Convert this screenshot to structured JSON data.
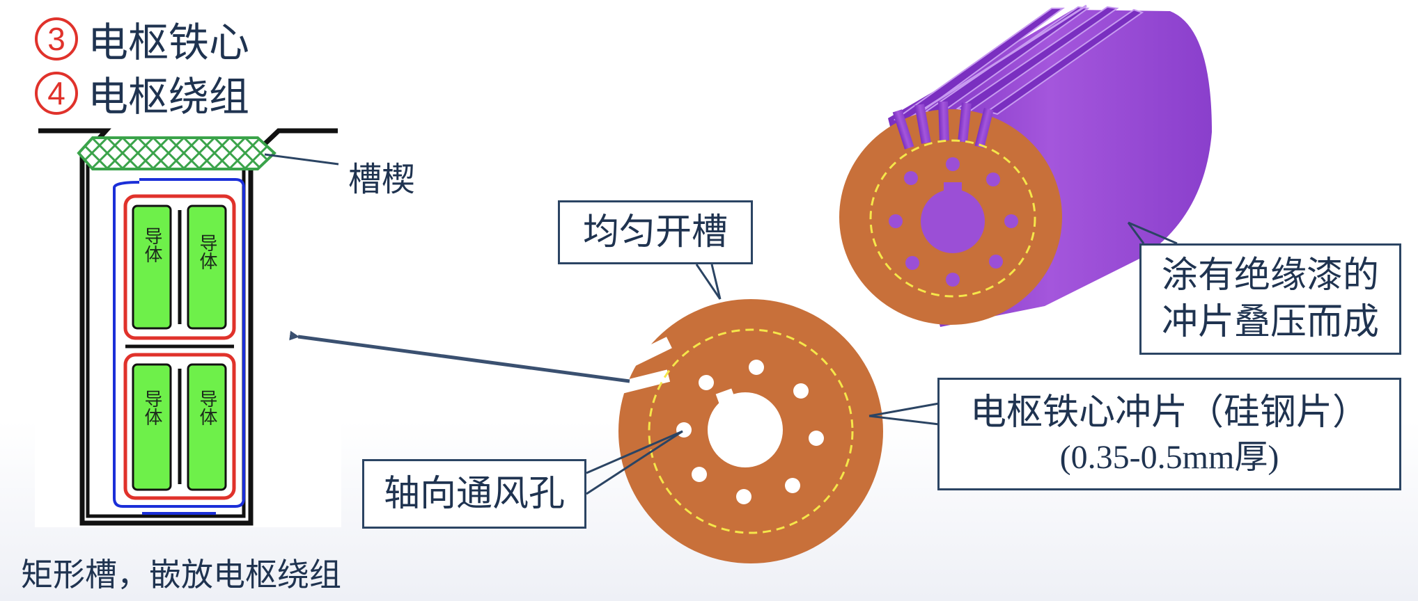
{
  "headings": [
    {
      "num": "3",
      "text": "电枢铁心"
    },
    {
      "num": "4",
      "text": "电枢绕组"
    }
  ],
  "slot_diagram": {
    "wedge_label": "槽楔",
    "conductor_label": "导体",
    "caption": "矩形槽，嵌放电枢绕组"
  },
  "callouts": {
    "uniform_slots": "均匀开槽",
    "axial_vent_holes": "轴向通风孔",
    "lamination_line1": "电枢铁心冲片（硅钢片）",
    "lamination_line2": "(0.35-0.5mm厚)",
    "stack_line1": "涂有绝缘漆的",
    "stack_line2": "冲片叠压而成"
  },
  "colors": {
    "lamination": "#c8703a",
    "rotor_body": "#9b4fd6",
    "conductor": "#6ef04a",
    "wedge": "#3aa34a",
    "insulation_red": "#e0322b",
    "insulation_blue": "#1b2fd8",
    "arrow": "#3a5070"
  }
}
